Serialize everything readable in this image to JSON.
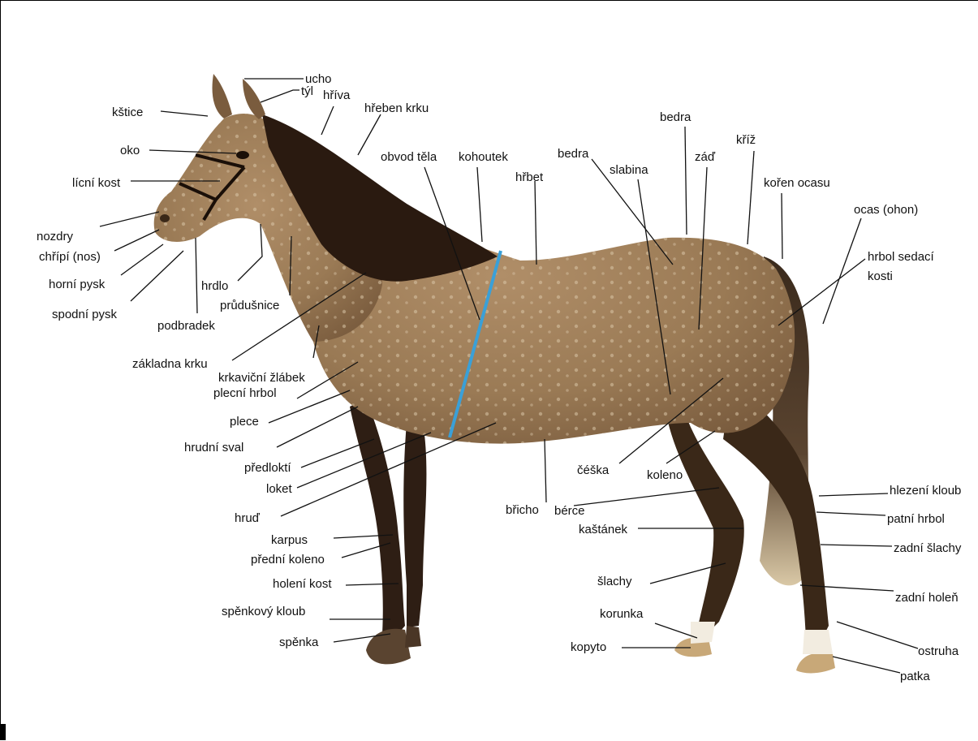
{
  "labels": {
    "ucho": "ucho",
    "tyl": "týl",
    "hriva": "hříva",
    "hreben_krku": "hřeben krku",
    "kstice": "kštice",
    "oko": "oko",
    "licni_kost": "lícní kost",
    "nozdry": "nozdry",
    "chripi": "chřípí (nos)",
    "horni_pysk": "horní pysk",
    "spodni_pysk": "spodní pysk",
    "podbradek": "podbradek",
    "hrdlo": "hrdlo",
    "prudusnice": "průdušnice",
    "zakladna_krku": "základna krku",
    "krkavicni_zlabek": "krkaviční žlábek",
    "plecni_hrbol": "plecní hrbol",
    "plece": "plece",
    "hrudni_sval": "hrudní sval",
    "predlokti": "předloktí",
    "loket": "loket",
    "hrud": "hruď",
    "karpus": "karpus",
    "predni_koleno": "přední koleno",
    "holeni_kost": "holení kost",
    "spenkovy_kloub": "spěnkový kloub",
    "spenka": "spěnka",
    "obvod_tela": "obvod těla",
    "kohoutek": "kohoutek",
    "hrbet": "hřbet",
    "bedra_1": "bedra",
    "bedra_2": "bedra",
    "slabina": "slabina",
    "zad": "záď",
    "kriz": "kříž",
    "koren_ocasu": "kořen ocasu",
    "ocas": "ocas (ohon)",
    "hrbol_sedaci": "hrbol sedací",
    "kosti": "kosti",
    "bricho": "břicho",
    "cecka": "čéška",
    "koleno": "koleno",
    "berce": "bérce",
    "kastanek": "kaštánek",
    "slachy": "šlachy",
    "korunka": "korunka",
    "kopyto": "kopyto",
    "hlezeni_kloub": "hlezení kloub",
    "patni_hrbol": "patní hrbol",
    "zadni_slachy": "zadní šlachy",
    "zadni_holen": "zadní holeň",
    "ostruha": "ostruha",
    "patka": "patka"
  },
  "colors": {
    "coat": "#9a7a55",
    "coat_dark": "#6e5236",
    "mane": "#2a1a10",
    "legs": "#2e1e14",
    "tail": "#3a2a1c",
    "tail_light": "#d9c8a6",
    "hoof": "#c8a878",
    "girth_line": "#3aa0d8"
  },
  "icons": [
    "horse-illustration"
  ]
}
